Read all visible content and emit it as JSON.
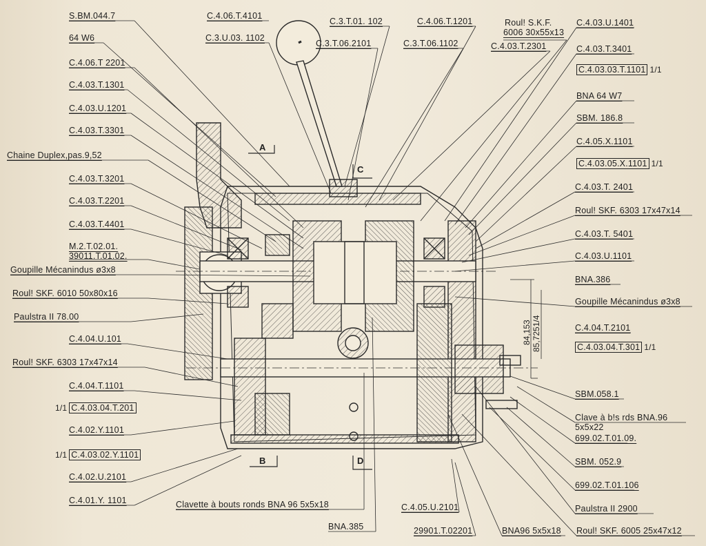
{
  "labels": [
    {
      "id": "l1",
      "text": "S.BM.044.7"
    },
    {
      "id": "l2",
      "text": "64 W6"
    },
    {
      "id": "l3",
      "text": "C.4.06.T 2201"
    },
    {
      "id": "l4",
      "text": "C.4.03.T.1301"
    },
    {
      "id": "l5",
      "text": "C.4.03.U.1201"
    },
    {
      "id": "l6",
      "text": "C.4.03.T.3301"
    },
    {
      "id": "l7",
      "text": "Chaine Duplex,pas.9,52"
    },
    {
      "id": "l8",
      "text": "C.4.03.T.3201"
    },
    {
      "id": "l9",
      "text": "C.4.03.T.2201"
    },
    {
      "id": "l10",
      "text": "C.4.03.T.4401"
    },
    {
      "id": "l11",
      "text": "M.2.T.02.01."
    },
    {
      "id": "l12",
      "text": "39011.T.01.02."
    },
    {
      "id": "l13",
      "text": "Goupille Mécanindus ø3x8"
    },
    {
      "id": "l14",
      "text": "Roul! SKF. 6010 50x80x16"
    },
    {
      "id": "l15",
      "text": "Paulstra II 78.00"
    },
    {
      "id": "l16",
      "text": "C.4.04.U.101"
    },
    {
      "id": "l17",
      "text": "Roul! SKF. 6303 17x47x14"
    },
    {
      "id": "l18",
      "text": "C.4.04.T.1101"
    },
    {
      "id": "l19",
      "text": "C.4.02.Y.1101"
    },
    {
      "id": "l20",
      "text": "C.4.02.U.2101"
    },
    {
      "id": "l21",
      "text": "C.4.01.Y. 1101"
    },
    {
      "id": "t1",
      "text": "C.4.06.T.4101"
    },
    {
      "id": "t2",
      "text": "C.3.U.03. 1102"
    },
    {
      "id": "t3",
      "text": "C.3.T.01. 102"
    },
    {
      "id": "t4",
      "text": "C.3.T.06.2101"
    },
    {
      "id": "t5",
      "text": "C.4.06.T.1201"
    },
    {
      "id": "t6",
      "text": "C.3.T.06.1102"
    },
    {
      "id": "t7",
      "text": "Roul! S.K.F."
    },
    {
      "id": "t8",
      "text": "6006 30x55x13"
    },
    {
      "id": "t9",
      "text": "C.4.03.T.2301"
    },
    {
      "id": "r1",
      "text": "C.4.03.U.1401"
    },
    {
      "id": "r2",
      "text": "C.4.03.T.3401"
    },
    {
      "id": "r4",
      "text": "BNA 64 W7"
    },
    {
      "id": "r5",
      "text": "SBM. 186.8"
    },
    {
      "id": "r6",
      "text": "C.4.05.X.1101"
    },
    {
      "id": "r8",
      "text": "C.4.03.T. 2401"
    },
    {
      "id": "r9",
      "text": "Roul! SKF. 6303 17x47x14"
    },
    {
      "id": "r10",
      "text": "C.4.03.T. 5401"
    },
    {
      "id": "r11",
      "text": "C.4.03.U.1101"
    },
    {
      "id": "r12",
      "text": "BNA.386"
    },
    {
      "id": "r13",
      "text": "Goupille Mécanindus ø3x8"
    },
    {
      "id": "r14",
      "text": "C.4.04.T.2101"
    },
    {
      "id": "r16",
      "text": "SBM.058.1"
    },
    {
      "id": "r17",
      "text": "Clave à b!s rds BNA.96"
    },
    {
      "id": "r18",
      "text": "5x5x22"
    },
    {
      "id": "r19",
      "text": "699.02.T.01.09."
    },
    {
      "id": "r20",
      "text": "SBM. 052.9"
    },
    {
      "id": "r21",
      "text": "699.02.T.01.106"
    },
    {
      "id": "r22",
      "text": "Paulstra II 2900"
    },
    {
      "id": "r23",
      "text": "Roul! SKF. 6005 25x47x12"
    },
    {
      "id": "b1",
      "text": "Clavette à bouts ronds BNA 96  5x5x18"
    },
    {
      "id": "b2",
      "text": "C.4.05.U.2101"
    },
    {
      "id": "b3",
      "text": "BNA.385"
    },
    {
      "id": "b4",
      "text": "29901.T.02201"
    },
    {
      "id": "b5",
      "text": "BNA96 5x5x18"
    }
  ],
  "boxed_labels": [
    {
      "id": "x1",
      "text": "C.4.03.03.T.1101",
      "fraction": "1/1",
      "fraction_side": "right"
    },
    {
      "id": "x2",
      "text": "C.4.03.05.X.1101",
      "fraction": "1/1",
      "fraction_side": "right"
    },
    {
      "id": "x3",
      "text": "C.4.03.04.T.301",
      "fraction": "1/1",
      "fraction_side": "right"
    },
    {
      "id": "x4",
      "text": "C.4.03.04.T.201",
      "fraction": "1/1",
      "fraction_side": "left"
    },
    {
      "id": "x5",
      "text": "C.4.03.02.Y.1101",
      "fraction": "1/1",
      "fraction_side": "left"
    }
  ],
  "views": [
    "A",
    "B",
    "C",
    "D"
  ],
  "dimensions": [
    "84,153",
    "85,7251/4"
  ]
}
